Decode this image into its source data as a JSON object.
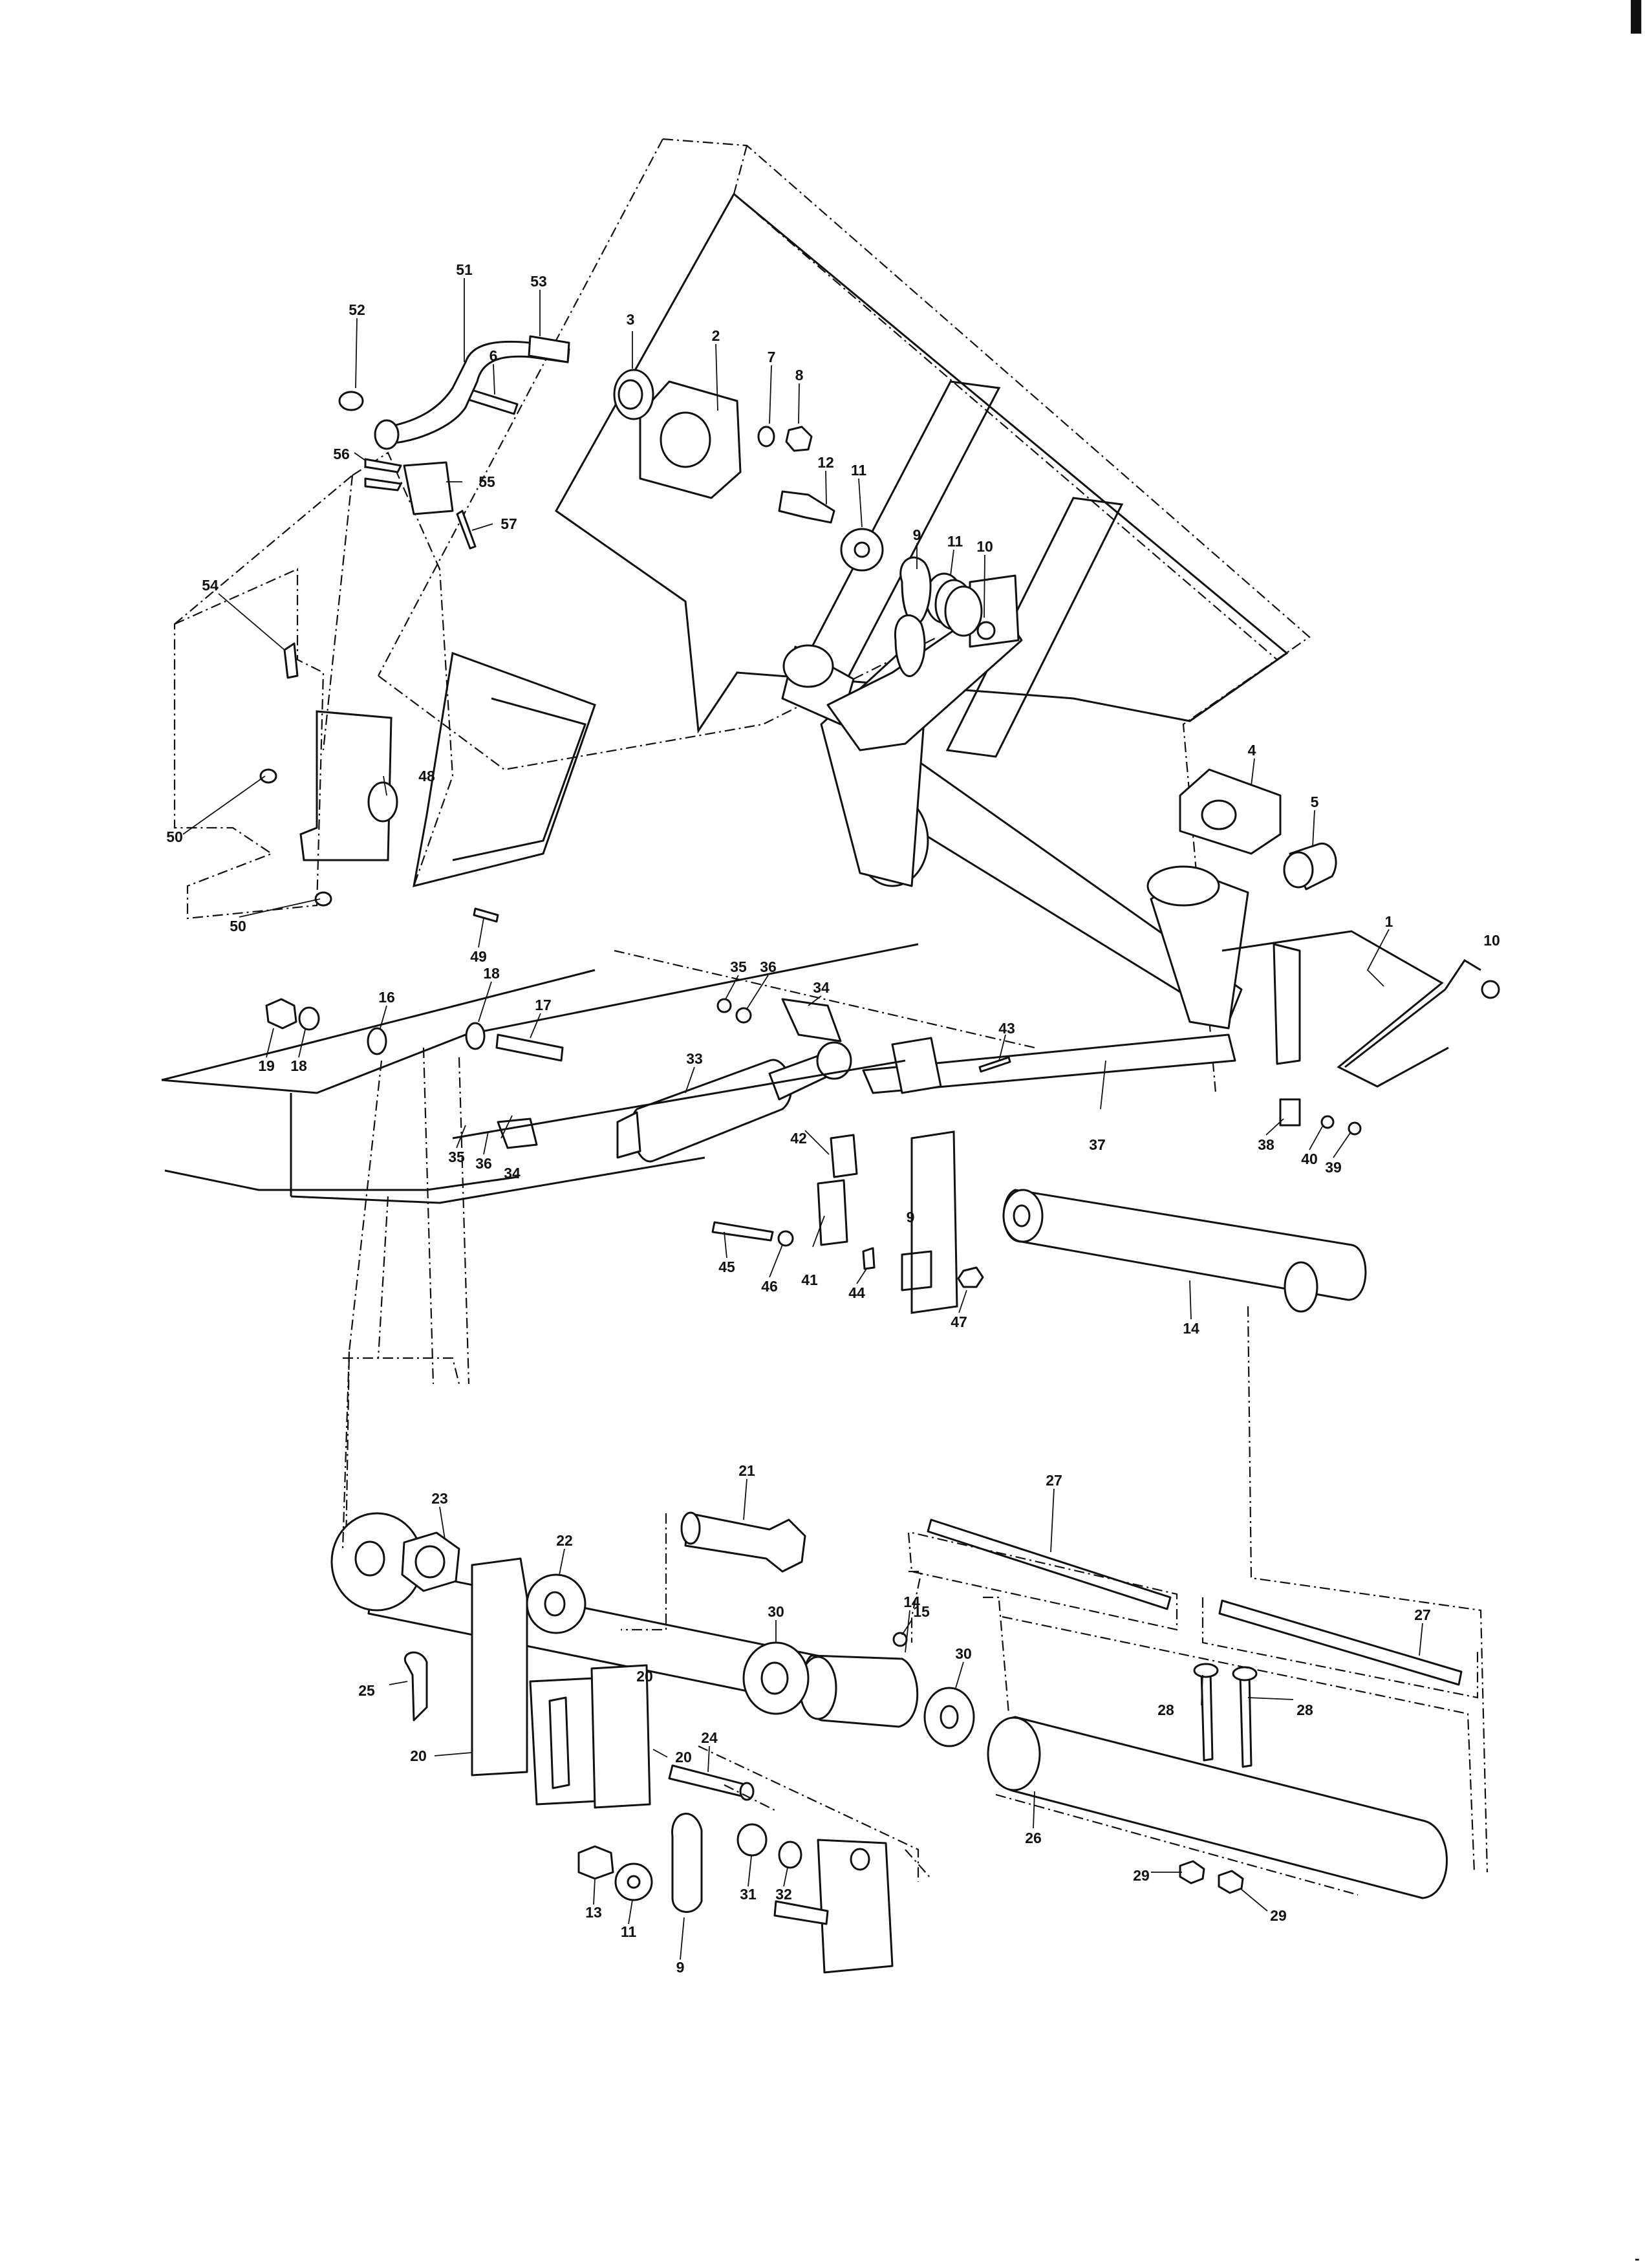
{
  "figure": {
    "corner_mark": "▌",
    "footer_mark": "-",
    "part_labels": [
      {
        "id": "l1",
        "text": "1"
      },
      {
        "id": "l2",
        "text": "2"
      },
      {
        "id": "l3",
        "text": "3"
      },
      {
        "id": "l4",
        "text": "4"
      },
      {
        "id": "l5",
        "text": "5"
      },
      {
        "id": "l6",
        "text": "6"
      },
      {
        "id": "l7",
        "text": "7"
      },
      {
        "id": "l8",
        "text": "8"
      },
      {
        "id": "l9a",
        "text": "9"
      },
      {
        "id": "l9b",
        "text": "9"
      },
      {
        "id": "l9c",
        "text": "9"
      },
      {
        "id": "l10a",
        "text": "10"
      },
      {
        "id": "l10b",
        "text": "10"
      },
      {
        "id": "l11a",
        "text": "11"
      },
      {
        "id": "l11b",
        "text": "11"
      },
      {
        "id": "l11c",
        "text": "11"
      },
      {
        "id": "l12",
        "text": "12"
      },
      {
        "id": "l13",
        "text": "13"
      },
      {
        "id": "l14a",
        "text": "14"
      },
      {
        "id": "l14b",
        "text": "14"
      },
      {
        "id": "l15",
        "text": "15"
      },
      {
        "id": "l16",
        "text": "16"
      },
      {
        "id": "l17",
        "text": "17"
      },
      {
        "id": "l18a",
        "text": "18"
      },
      {
        "id": "l18b",
        "text": "18"
      },
      {
        "id": "l19",
        "text": "19"
      },
      {
        "id": "l20a",
        "text": "20"
      },
      {
        "id": "l20b",
        "text": "20"
      },
      {
        "id": "l20c",
        "text": "20"
      },
      {
        "id": "l21",
        "text": "21"
      },
      {
        "id": "l22",
        "text": "22"
      },
      {
        "id": "l23",
        "text": "23"
      },
      {
        "id": "l24",
        "text": "24"
      },
      {
        "id": "l25",
        "text": "25"
      },
      {
        "id": "l26",
        "text": "26"
      },
      {
        "id": "l27a",
        "text": "27"
      },
      {
        "id": "l27b",
        "text": "27"
      },
      {
        "id": "l28a",
        "text": "28"
      },
      {
        "id": "l28b",
        "text": "28"
      },
      {
        "id": "l29a",
        "text": "29"
      },
      {
        "id": "l29b",
        "text": "29"
      },
      {
        "id": "l30a",
        "text": "30"
      },
      {
        "id": "l30b",
        "text": "30"
      },
      {
        "id": "l31",
        "text": "31"
      },
      {
        "id": "l32",
        "text": "32"
      },
      {
        "id": "l33",
        "text": "33"
      },
      {
        "id": "l34a",
        "text": "34"
      },
      {
        "id": "l34b",
        "text": "34"
      },
      {
        "id": "l35a",
        "text": "35"
      },
      {
        "id": "l35b",
        "text": "35"
      },
      {
        "id": "l36a",
        "text": "36"
      },
      {
        "id": "l36b",
        "text": "36"
      },
      {
        "id": "l37",
        "text": "37"
      },
      {
        "id": "l38",
        "text": "38"
      },
      {
        "id": "l39",
        "text": "39"
      },
      {
        "id": "l40",
        "text": "40"
      },
      {
        "id": "l41",
        "text": "41"
      },
      {
        "id": "l42",
        "text": "42"
      },
      {
        "id": "l43",
        "text": "43"
      },
      {
        "id": "l44",
        "text": "44"
      },
      {
        "id": "l45",
        "text": "45"
      },
      {
        "id": "l46",
        "text": "46"
      },
      {
        "id": "l47",
        "text": "47"
      },
      {
        "id": "l48",
        "text": "48"
      },
      {
        "id": "l49",
        "text": "49"
      },
      {
        "id": "l50a",
        "text": "50"
      },
      {
        "id": "l50b",
        "text": "50"
      },
      {
        "id": "l51",
        "text": "51"
      },
      {
        "id": "l52",
        "text": "52"
      },
      {
        "id": "l53",
        "text": "53"
      },
      {
        "id": "l54",
        "text": "54"
      },
      {
        "id": "l55",
        "text": "55"
      },
      {
        "id": "l56",
        "text": "56"
      },
      {
        "id": "l57",
        "text": "57"
      }
    ]
  }
}
